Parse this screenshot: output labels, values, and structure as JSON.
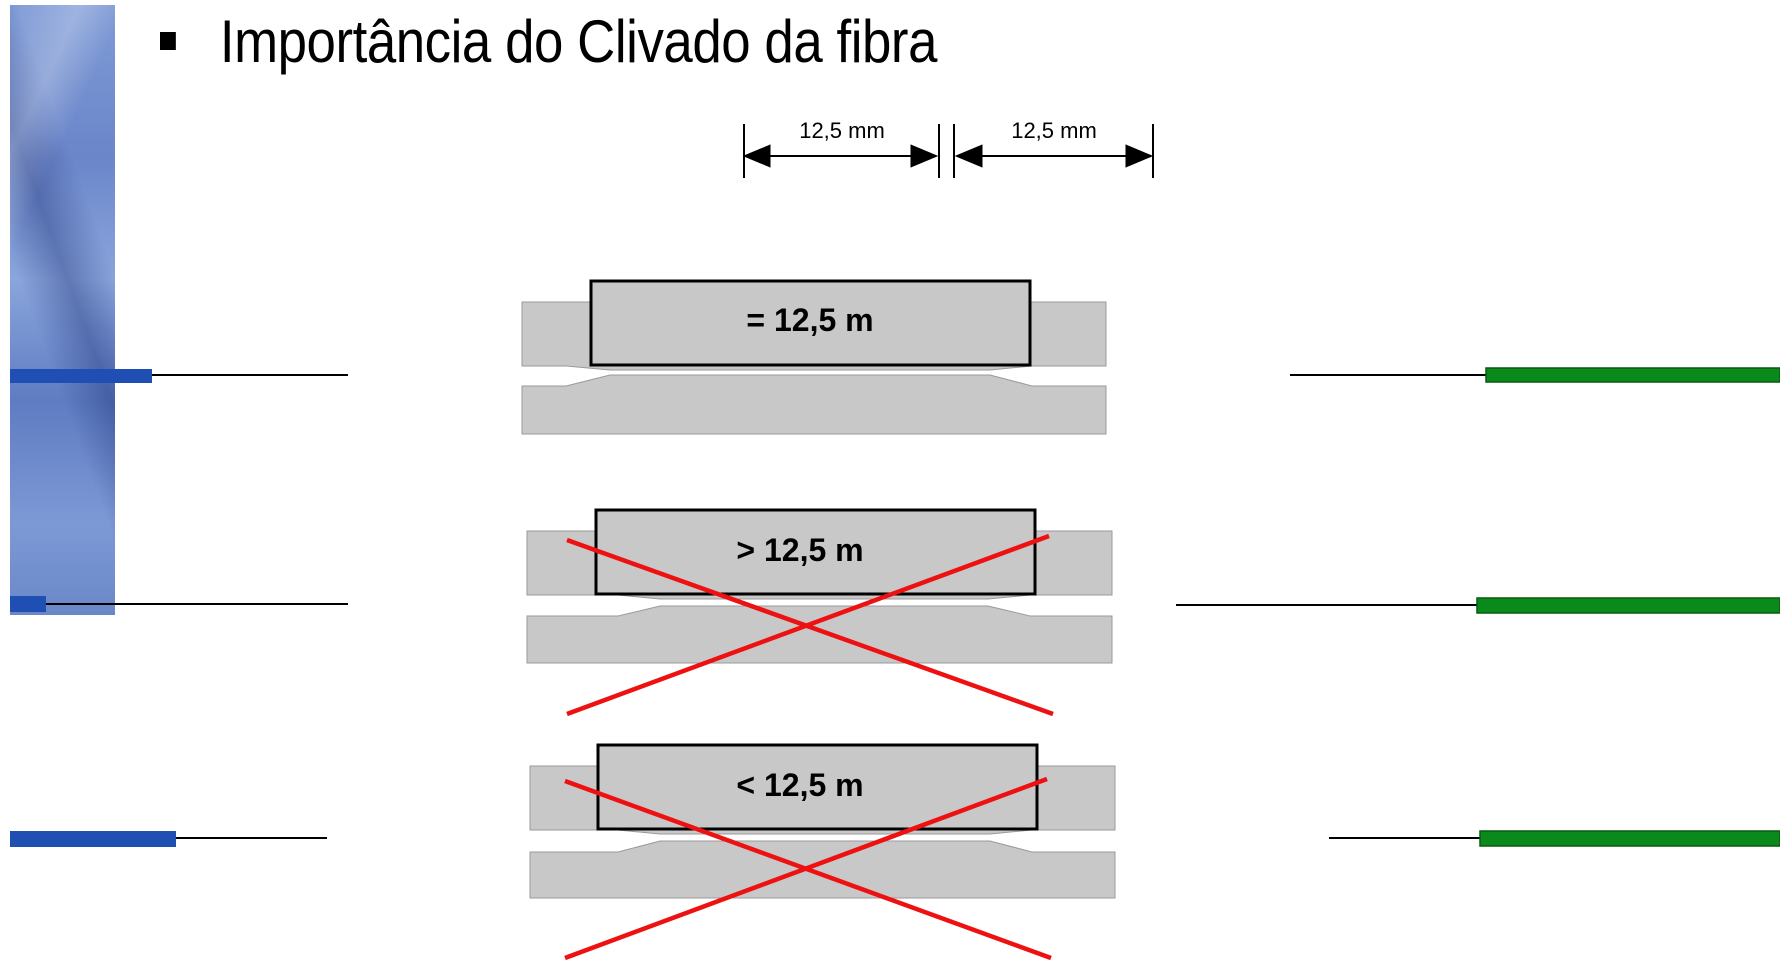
{
  "slide": {
    "title": "Importância do Clivado da fibra"
  },
  "dimension": {
    "left_label": "12,5 mm",
    "right_label": "12,5 mm"
  },
  "splices": [
    {
      "label": "= 12,5 m",
      "rejected": false
    },
    {
      "label": "> 12,5 m",
      "rejected": true
    },
    {
      "label": "< 12,5 m",
      "rejected": true
    }
  ],
  "colors": {
    "fiber_left": "#1f4fb3",
    "fiber_right": "#0a8a1a",
    "holder": "#c8c8c8",
    "reject_mark": "#ee1111",
    "strip": "#7390cf"
  }
}
